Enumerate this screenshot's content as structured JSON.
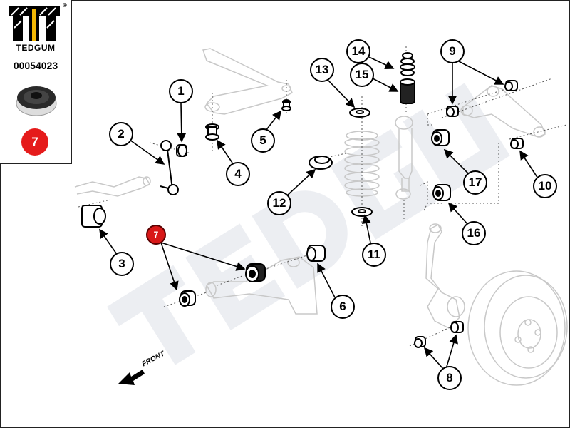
{
  "sidebar": {
    "brand": "TEDGUM",
    "registered_mark": "®",
    "part_number": "00054023",
    "highlight_label": "7",
    "highlight_color": "#e51b1b",
    "logo_accent_color": "#f2b705"
  },
  "diagram": {
    "watermark": "TEDGUM",
    "direction_label": "FRONT",
    "callouts": [
      {
        "id": "c1",
        "label": "1"
      },
      {
        "id": "c2",
        "label": "2"
      },
      {
        "id": "c3",
        "label": "3"
      },
      {
        "id": "c4",
        "label": "4"
      },
      {
        "id": "c5",
        "label": "5"
      },
      {
        "id": "c6",
        "label": "6"
      },
      {
        "id": "c7",
        "label": "7"
      },
      {
        "id": "c8",
        "label": "8"
      },
      {
        "id": "c9",
        "label": "9"
      },
      {
        "id": "c10",
        "label": "10"
      },
      {
        "id": "c11",
        "label": "11"
      },
      {
        "id": "c12",
        "label": "12"
      },
      {
        "id": "c13",
        "label": "13"
      },
      {
        "id": "c14",
        "label": "14"
      },
      {
        "id": "c15",
        "label": "15"
      },
      {
        "id": "c16",
        "label": "16"
      },
      {
        "id": "c17",
        "label": "17"
      }
    ]
  }
}
